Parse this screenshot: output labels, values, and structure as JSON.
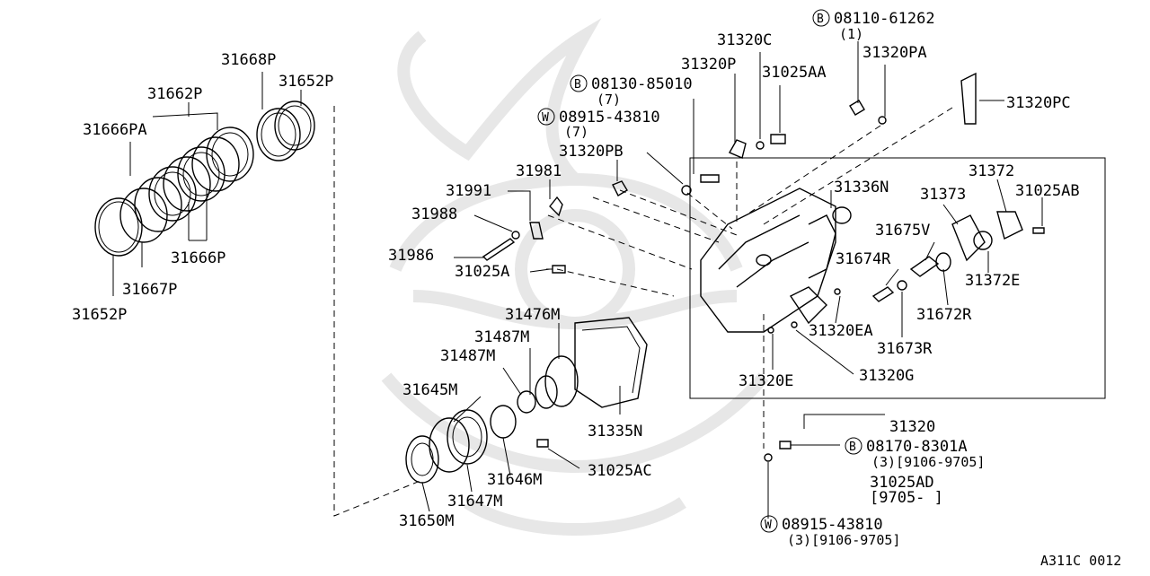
{
  "diagram": {
    "code": "A311C 0012",
    "labels": {
      "p31668P": "31668P",
      "p31652P_top": "31652P",
      "p31662P": "31662P",
      "p31666PA": "31666PA",
      "p31666P": "31666P",
      "p31667P": "31667P",
      "p31652P_bottom": "31652P",
      "p31320C": "31320C",
      "p31320P": "31320P",
      "p31025AA": "31025AA",
      "p31320PA": "31320PA",
      "p31320PC": "31320PC",
      "p31320PB": "31320PB",
      "p31981": "31981",
      "p31991": "31991",
      "p31988": "31988",
      "p31986": "31986",
      "p31025A": "31025A",
      "p31336N": "31336N",
      "p31372": "31372",
      "p31373": "31373",
      "p31025AB": "31025AB",
      "p31675V": "31675V",
      "p31674R": "31674R",
      "p31372E": "31372E",
      "p31672R": "31672R",
      "p31320EA": "31320EA",
      "p31673R": "31673R",
      "p31320E": "31320E",
      "p31320G": "31320G",
      "p31320": "31320",
      "p31476M": "31476M",
      "p31487M_a": "31487M",
      "p31487M_b": "31487M",
      "p31645M": "31645M",
      "p31335N": "31335N",
      "p31025AC": "31025AC",
      "p31646M": "31646M",
      "p31647M": "31647M",
      "p31650M": "31650M",
      "p31025AD": "31025AD",
      "p31025AD_range": "[9705-    ]"
    },
    "fasteners": {
      "b_08110": {
        "letter": "B",
        "number": "08110-61262",
        "qty": "(1)"
      },
      "b_08130": {
        "letter": "B",
        "number": "08130-85010",
        "qty": "(7)"
      },
      "w_08915_top": {
        "letter": "W",
        "number": "08915-43810",
        "qty": "(7)"
      },
      "b_08170": {
        "letter": "B",
        "number": "08170-8301A",
        "qty": "(3)[9106-9705]"
      },
      "w_08915_bottom": {
        "letter": "W",
        "number": "08915-43810",
        "qty": "(3)[9106-9705]"
      }
    },
    "colors": {
      "ink": "#000000",
      "watermark": "#e7e7e7",
      "background": "#ffffff"
    }
  }
}
